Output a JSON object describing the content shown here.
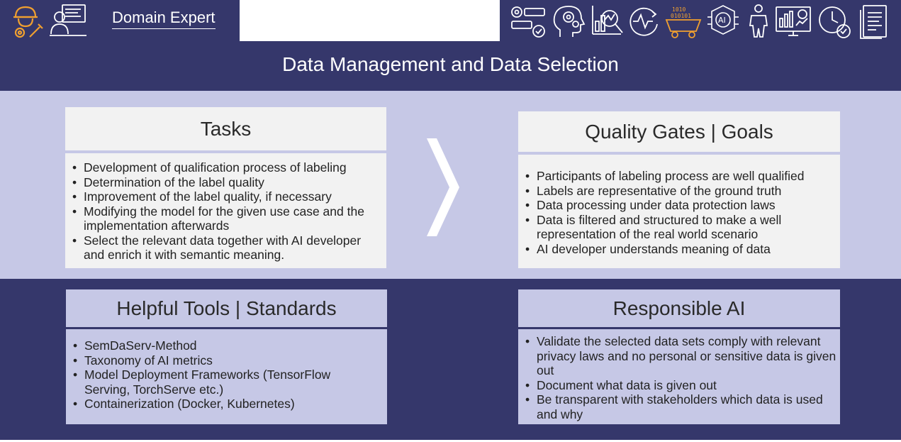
{
  "header": {
    "role": "Domain Expert",
    "title": "Data Management and Data Selection"
  },
  "icons": [
    "engineer-gear-icon",
    "developer-monitor-icon",
    "workflow-gears-icon",
    "head-gears-icon",
    "data-analysis-magnifier-icon",
    "signal-cycle-icon",
    "data-mining-cart-icon",
    "ai-chip-icon",
    "human-figure-icon",
    "dashboard-charts-icon",
    "clock-check-icon",
    "document-icon"
  ],
  "colors": {
    "dark": "#35376b",
    "light": "#c6c8e6",
    "panel": "#f2f2f2",
    "accent": "#f0a030"
  },
  "tasks": {
    "title": "Tasks",
    "items": [
      "Development of qualification process of labeling",
      "Determination of the label quality",
      "Improvement of the label quality, if necessary",
      "Modifying the model for the given use case and the implementation afterwards",
      "Select the relevant data together with AI developer and enrich it with semantic meaning."
    ]
  },
  "quality": {
    "title": "Quality Gates | Goals",
    "items": [
      "Participants of labeling process are well qualified",
      "Labels are representative of the ground truth",
      "Data processing under data protection laws",
      "Data is filtered and structured to make a well representation of the real world scenario",
      "AI developer understands meaning of data"
    ]
  },
  "tools": {
    "title": "Helpful Tools | Standards",
    "items": [
      "SemDaServ-Method",
      "Taxonomy of AI metrics",
      "Model Deployment Frameworks (TensorFlow Serving, TorchServe etc.)",
      "Containerization (Docker, Kubernetes)"
    ]
  },
  "responsible": {
    "title": "Responsible AI",
    "items": [
      "Validate the selected data sets comply with relevant privacy laws and no personal or sensitive data is given out",
      "Document what data is given out",
      "Be transparent with stakeholders which data is used and why"
    ]
  }
}
